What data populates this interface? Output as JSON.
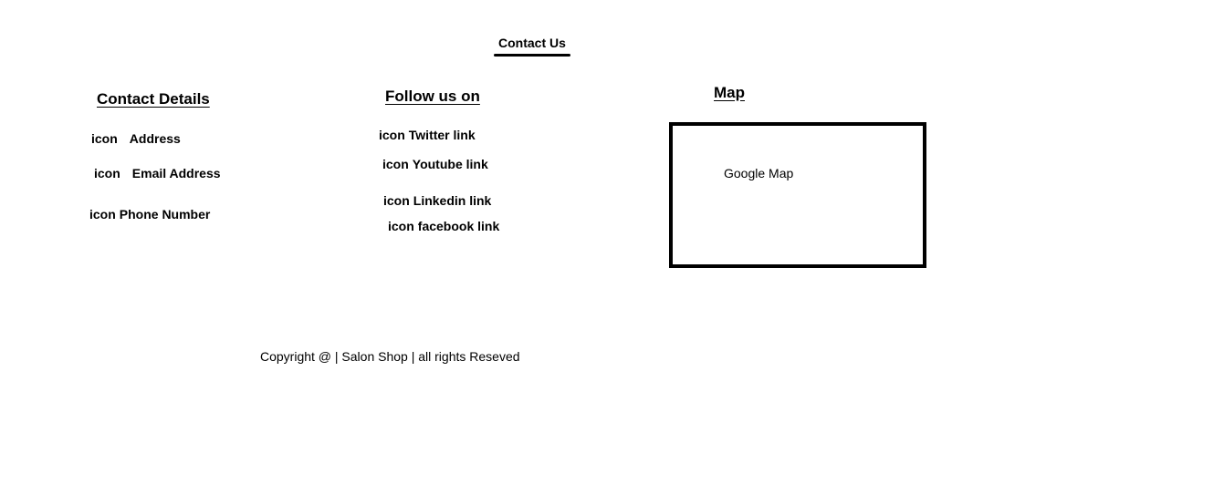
{
  "page": {
    "title": "Contact Us"
  },
  "contact_details": {
    "heading": "Contact Details",
    "items": [
      {
        "icon_text": "icon",
        "label": "Address",
        "icon": "location-icon"
      },
      {
        "icon_text": "icon",
        "label": "Email Address",
        "icon": "email-icon"
      },
      {
        "icon_text": "icon",
        "label": "Phone Number",
        "icon": "phone-icon"
      }
    ]
  },
  "follow": {
    "heading": "Follow us on",
    "items": [
      {
        "icon_text": "icon",
        "label": "Twitter link",
        "icon": "twitter-icon"
      },
      {
        "icon_text": "icon",
        "label": "Youtube link",
        "icon": "youtube-icon"
      },
      {
        "icon_text": "icon",
        "label": "Linkedin link",
        "icon": "linkedin-icon"
      },
      {
        "icon_text": "icon",
        "label": "facebook link",
        "icon": "facebook-icon"
      }
    ]
  },
  "map": {
    "heading": "Map",
    "placeholder": "Google Map"
  },
  "footer": {
    "copyright": "Copyright @ | Salon Shop | all rights Reseved"
  }
}
